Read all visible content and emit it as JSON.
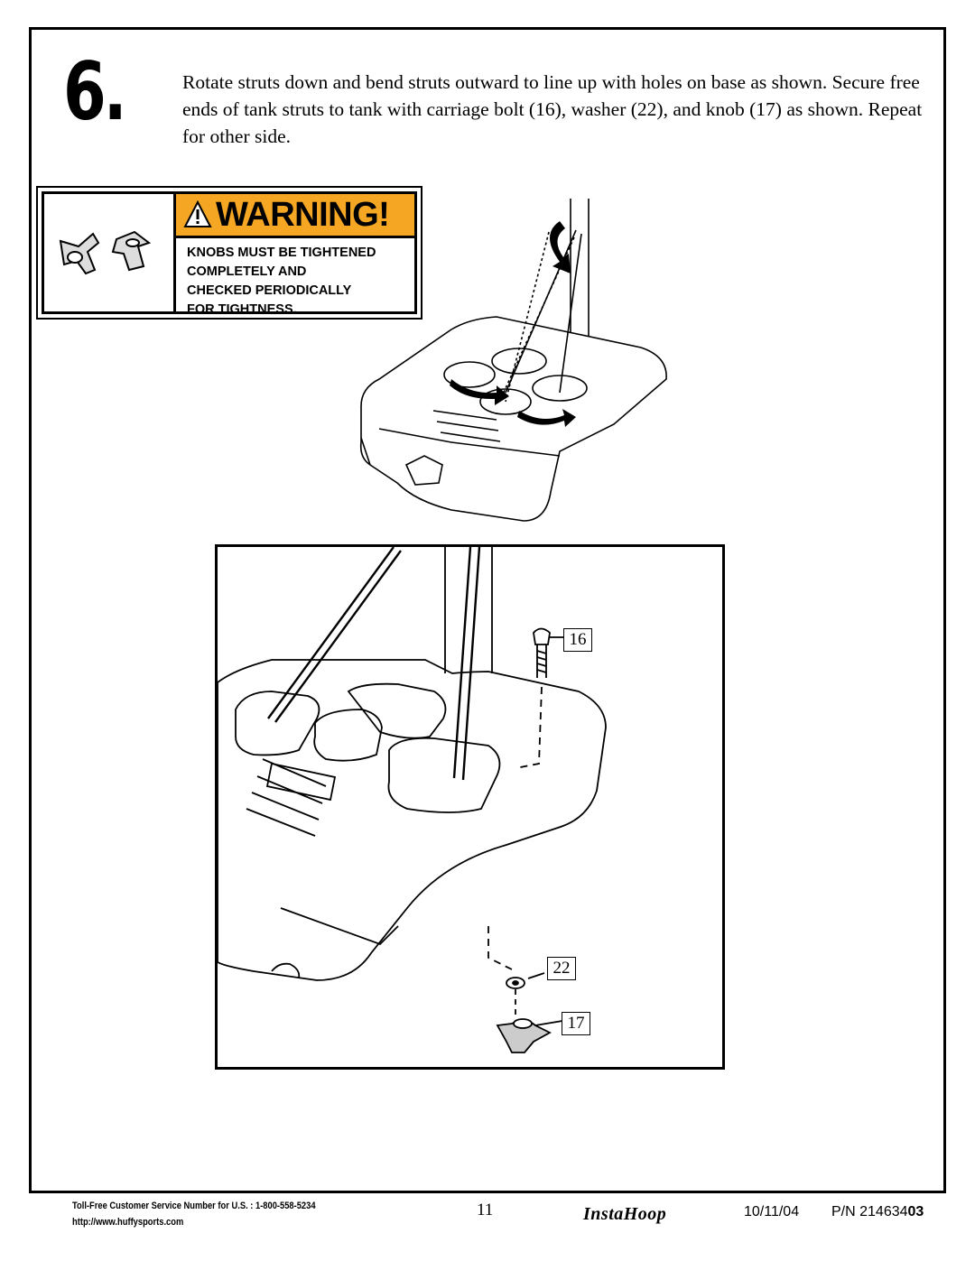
{
  "step": {
    "number": "6.",
    "instruction": "Rotate struts down and bend struts outward to line up with holes on base as shown. Secure free ends of tank struts to tank with carriage bolt (16), washer (22), and knob (17) as shown. Repeat for other side."
  },
  "warning": {
    "title": "WARNING!",
    "line1": "KNOBS MUST BE TIGHTENED",
    "line2": "COMPLETELY AND",
    "line3": "CHECKED PERIODICALLY",
    "line4": "FOR TIGHTNESS.",
    "banner_color": "#f5a623"
  },
  "callouts": {
    "bolt": "16",
    "washer": "22",
    "knob": "17"
  },
  "footer": {
    "service": "Toll-Free Customer Service Number for U.S. : 1-800-558-5234",
    "url": "http://www.huffysports.com",
    "page": "11",
    "logo": "InstaHoop",
    "date": "10/11/04",
    "pn_prefix": "P/N 214634",
    "pn_suffix": "03"
  }
}
